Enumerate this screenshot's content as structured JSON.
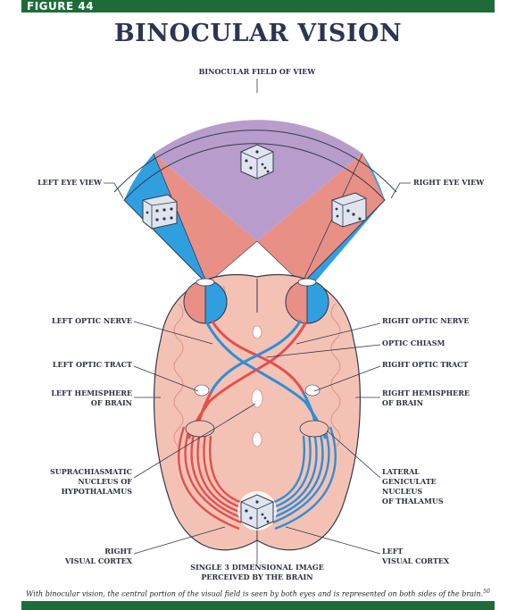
{
  "figure_tag": "FIGURE 44",
  "title": "BINOCULAR VISION",
  "labels": {
    "binocular_field": "BINOCULAR FIELD OF VIEW",
    "left_eye_view": "LEFT EYE VIEW",
    "right_eye_view": "RIGHT EYE VIEW",
    "left_optic_nerve": "LEFT OPTIC NERVE",
    "left_optic_tract": "LEFT OPTIC TRACT",
    "left_hemisphere": "LEFT HEMISPHERE\nOF BRAIN",
    "suprachiasmatic": "SUPRACHIASMATIC\nNUCLEUS OF\nHYPOTHALAMUS",
    "right_visual_cortex": "RIGHT\nVISUAL CORTEX",
    "right_optic_nerve": "RIGHT OPTIC NERVE",
    "optic_chiasm": "OPTIC CHIASM",
    "right_optic_tract": "RIGHT OPTIC TRACT",
    "right_hemisphere": "RIGHT HEMISPHERE\nOF BRAIN",
    "lateral_geniculate": "LATERAL\nGENICULATE\nNUCLEUS\nOF THALAMUS",
    "left_visual_cortex": "LEFT\nVISUAL CORTEX",
    "single_image": "SINGLE 3 DIMENSIONAL IMAGE\nPERCEIVED BY THE BRAIN"
  },
  "caption": "With binocular vision, the central portion of the visual field is seen by both eyes and is represented on both sides of the brain.",
  "caption_ref": "50",
  "colors": {
    "green": "#1e6b3a",
    "purple": "#b89dcc",
    "blue": "#2f9fe0",
    "salmon": "#e88f86",
    "brain": "#f4c2b4",
    "red_fibers": "#e2504e",
    "blue_fibers": "#2f8fd6"
  }
}
